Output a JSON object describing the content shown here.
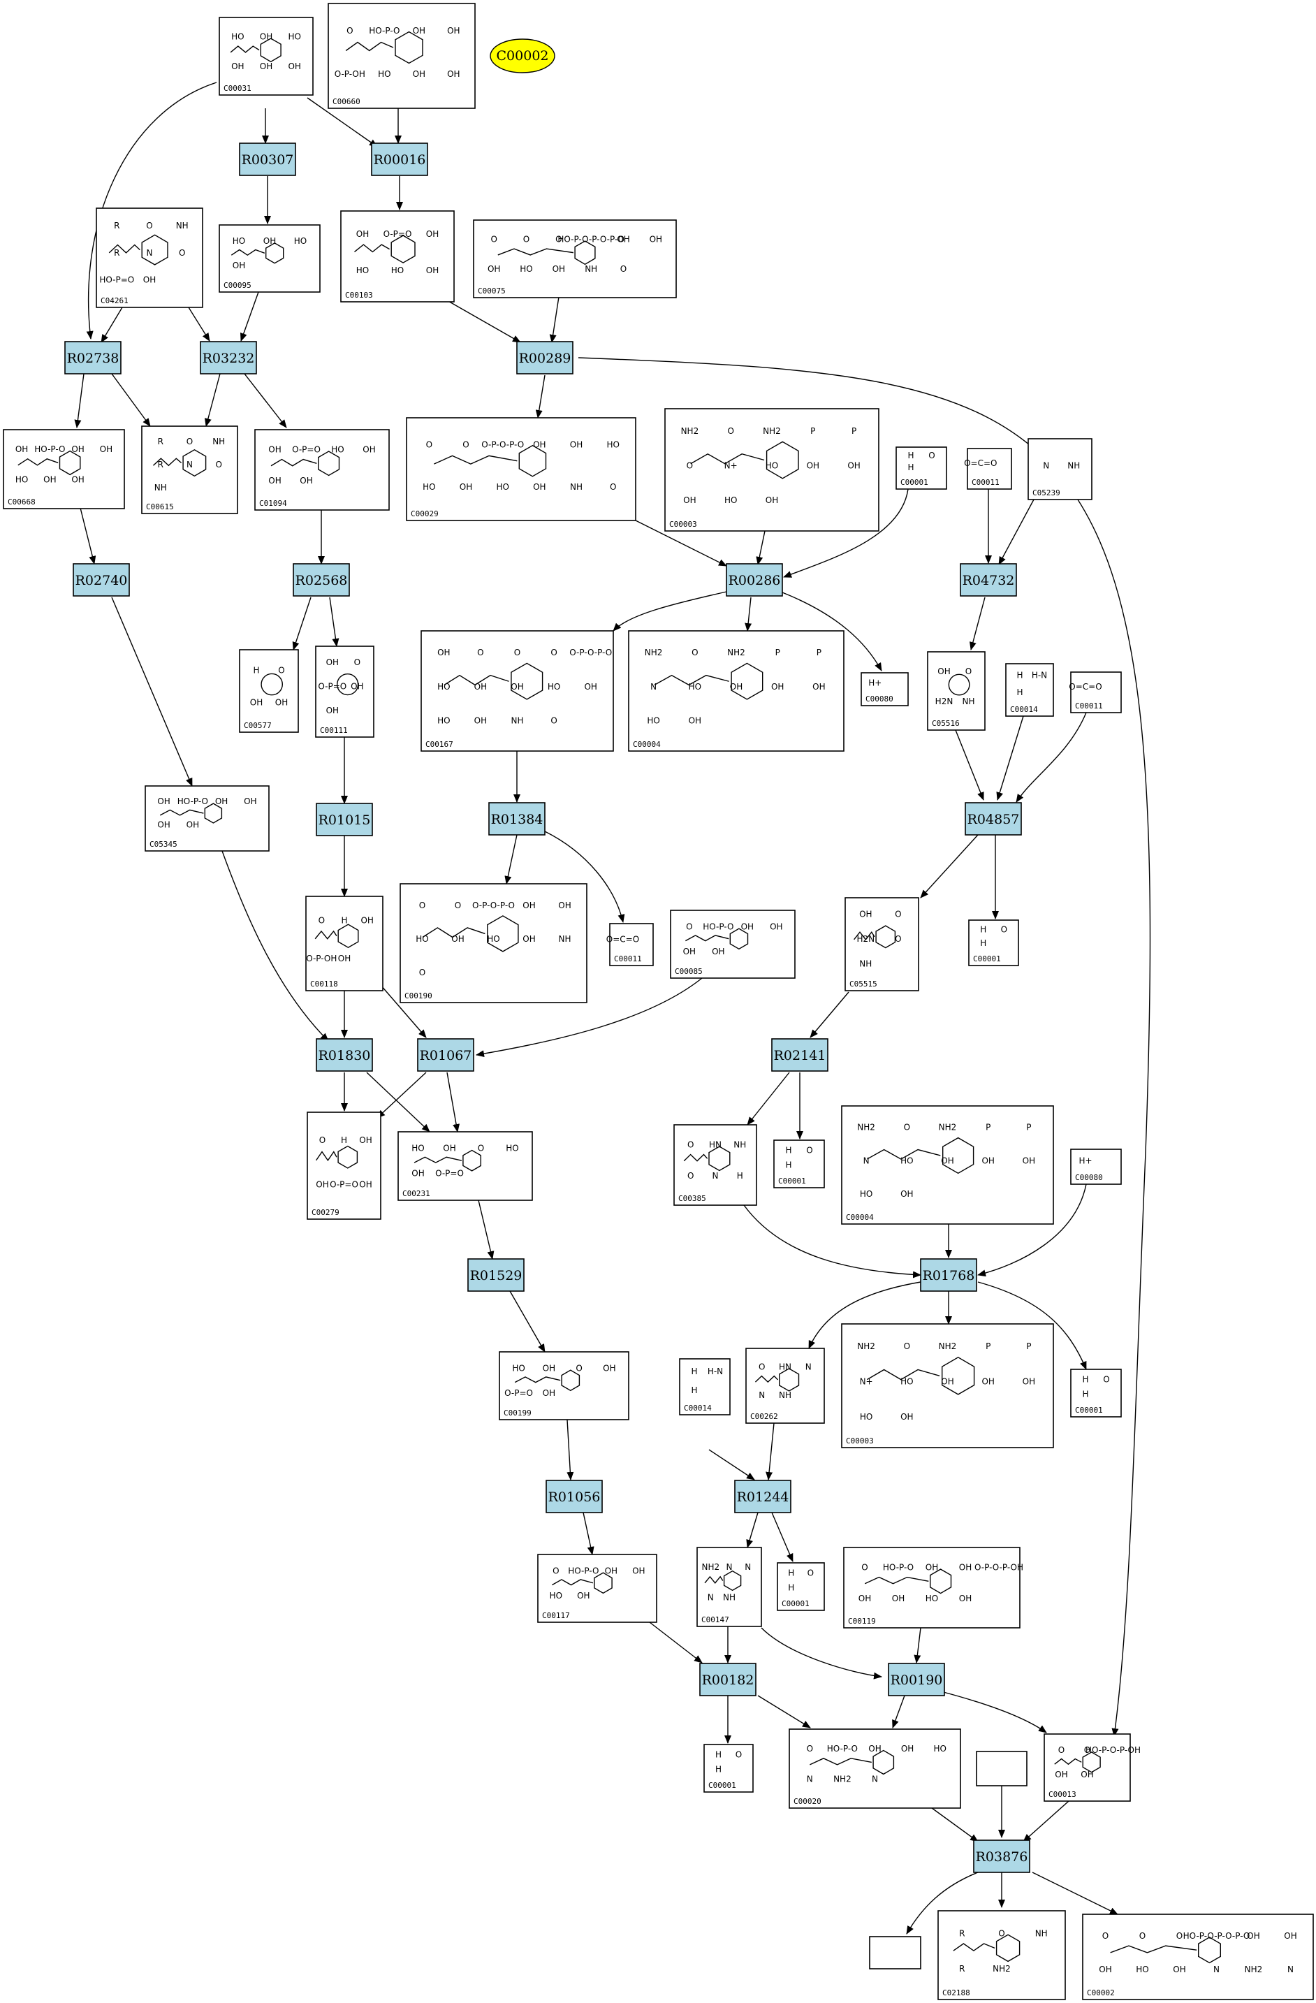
{
  "highlight": {
    "label": "C00002",
    "color": "#ffff00"
  },
  "reaction_color": "#add8e6",
  "reactions": [
    "R00307",
    "R00016",
    "R02738",
    "R03232",
    "R00289",
    "R02740",
    "R02568",
    "R00286",
    "R04732",
    "R01015",
    "R01384",
    "R04857",
    "R01830",
    "R01067",
    "R02141",
    "R01529",
    "R01768",
    "R01056",
    "R01244",
    "R00182",
    "R00190",
    "R03876"
  ],
  "compounds": {
    "C00031": {
      "id": "C00031",
      "labels": [
        "HO",
        "OH",
        "HO",
        "OH",
        "OH",
        "OH"
      ]
    },
    "C00660": {
      "id": "C00660",
      "labels": [
        "O",
        "HO-P-O",
        "OH",
        "OH",
        "O-P-OH",
        "HO",
        "OH",
        "OH"
      ]
    },
    "C04261": {
      "id": "C04261",
      "labels": [
        "R",
        "O",
        "NH",
        "R",
        "N",
        "O",
        "HO-P=O",
        "OH"
      ]
    },
    "C00095": {
      "id": "C00095",
      "labels": [
        "HO",
        "OH",
        "HO",
        "OH"
      ]
    },
    "C00103": {
      "id": "C00103",
      "labels": [
        "OH",
        "O-P=O",
        "OH",
        "HO",
        "HO",
        "OH"
      ]
    },
    "C00075": {
      "id": "C00075",
      "labels": [
        "O",
        "O",
        "O",
        "HO-P-O-P-O-P-O",
        "OH",
        "OH",
        "OH",
        "HO",
        "OH",
        "NH",
        "O"
      ]
    },
    "C00668": {
      "id": "C00668",
      "labels": [
        "OH",
        "HO-P-O",
        "OH",
        "OH",
        "HO",
        "OH",
        "OH"
      ]
    },
    "C00615": {
      "id": "C00615",
      "labels": [
        "R",
        "O",
        "NH",
        "R",
        "N",
        "O",
        "NH"
      ]
    },
    "C01094": {
      "id": "C01094",
      "labels": [
        "OH",
        "O-P=O",
        "HO",
        "OH",
        "OH",
        "OH"
      ]
    },
    "C00029": {
      "id": "C00029",
      "labels": [
        "O",
        "O",
        "O-P-O-P-O",
        "OH",
        "OH",
        "HO",
        "HO",
        "OH",
        "HO",
        "OH",
        "NH",
        "O"
      ]
    },
    "C00003": {
      "id": "C00003",
      "labels": [
        "NH2",
        "O",
        "NH2",
        "P",
        "P",
        "O",
        "N+",
        "HO",
        "OH",
        "OH",
        "OH",
        "HO",
        "OH"
      ]
    },
    "C00001a": {
      "id": "C00001",
      "labels": [
        "H",
        "O",
        "H"
      ]
    },
    "C00011a": {
      "id": "C00011",
      "labels": [
        "O=C=O"
      ]
    },
    "C05239": {
      "id": "C05239",
      "labels": [
        "N",
        "NH"
      ]
    },
    "C00167": {
      "id": "C00167",
      "labels": [
        "OH",
        "O",
        "O",
        "O",
        "O-P-O-P-O",
        "HO",
        "OH",
        "OH",
        "HO",
        "OH",
        "HO",
        "OH",
        "NH",
        "O"
      ]
    },
    "C00004a": {
      "id": "C00004",
      "labels": [
        "NH2",
        "O",
        "NH2",
        "P",
        "P",
        "N",
        "HO",
        "OH",
        "OH",
        "OH",
        "HO",
        "OH"
      ]
    },
    "C00080a": {
      "id": "C00080",
      "labels": [
        "H+"
      ]
    },
    "C05516": {
      "id": "C05516",
      "labels": [
        "OH",
        "O",
        "H2N",
        "NH"
      ]
    },
    "C00014a": {
      "id": "C00014",
      "labels": [
        "H",
        "H-N",
        "H"
      ]
    },
    "C00011b": {
      "id": "C00011",
      "labels": [
        "O=C=O"
      ]
    },
    "C00577": {
      "id": "C00577",
      "labels": [
        "H",
        "O",
        "OH",
        "OH"
      ]
    },
    "C00111": {
      "id": "C00111",
      "labels": [
        "OH",
        "O",
        "O-P=O",
        "OH",
        "OH"
      ]
    },
    "C05345": {
      "id": "C05345",
      "labels": [
        "OH",
        "HO-P-O",
        "OH",
        "OH",
        "OH",
        "OH"
      ]
    },
    "C00118": {
      "id": "C00118",
      "labels": [
        "O",
        "H",
        "OH",
        "O-P-OH",
        "OH"
      ]
    },
    "C00190": {
      "id": "C00190",
      "labels": [
        "O",
        "O",
        "O-P-O-P-O",
        "OH",
        "OH",
        "HO",
        "OH",
        "HO",
        "OH",
        "NH",
        "O"
      ]
    },
    "C00011c": {
      "id": "C00011",
      "labels": [
        "O=C=O"
      ]
    },
    "C00085": {
      "id": "C00085",
      "labels": [
        "O",
        "HO-P-O",
        "OH",
        "OH",
        "OH",
        "OH"
      ]
    },
    "C05515": {
      "id": "C05515",
      "labels": [
        "OH",
        "O",
        "H2N",
        "O",
        "NH"
      ]
    },
    "C00001b": {
      "id": "C00001",
      "labels": [
        "H",
        "O",
        "H"
      ]
    },
    "C00279": {
      "id": "C00279",
      "labels": [
        "O",
        "H",
        "OH",
        "OH",
        "O-P=O",
        "OH"
      ]
    },
    "C00231": {
      "id": "C00231",
      "labels": [
        "HO",
        "OH",
        "O",
        "HO",
        "OH",
        "O-P=O"
      ]
    },
    "C00385": {
      "id": "C00385",
      "labels": [
        "O",
        "HN",
        "NH",
        "O",
        "N",
        "H"
      ]
    },
    "C00001c": {
      "id": "C00001",
      "labels": [
        "H",
        "O",
        "H"
      ]
    },
    "C00004b": {
      "id": "C00004",
      "labels": [
        "NH2",
        "O",
        "NH2",
        "P",
        "P",
        "N",
        "HO",
        "OH",
        "OH",
        "OH",
        "HO",
        "OH"
      ]
    },
    "C00080b": {
      "id": "C00080",
      "labels": [
        "H+"
      ]
    },
    "C00199": {
      "id": "C00199",
      "labels": [
        "HO",
        "OH",
        "O",
        "OH",
        "O-P=O",
        "OH"
      ]
    },
    "C00014b": {
      "id": "C00014",
      "labels": [
        "H",
        "H-N",
        "H"
      ]
    },
    "C00262": {
      "id": "C00262",
      "labels": [
        "O",
        "HN",
        "N",
        "N",
        "NH"
      ]
    },
    "C00003b": {
      "id": "C00003",
      "labels": [
        "NH2",
        "O",
        "NH2",
        "P",
        "P",
        "N+",
        "HO",
        "OH",
        "OH",
        "OH",
        "HO",
        "OH"
      ]
    },
    "C00001d": {
      "id": "C00001",
      "labels": [
        "H",
        "O",
        "H"
      ]
    },
    "C00117": {
      "id": "C00117",
      "labels": [
        "O",
        "HO-P-O",
        "OH",
        "OH",
        "HO",
        "OH"
      ]
    },
    "C00147": {
      "id": "C00147",
      "labels": [
        "NH2",
        "N",
        "N",
        "N",
        "NH"
      ]
    },
    "C00001e": {
      "id": "C00001",
      "labels": [
        "H",
        "O",
        "H"
      ]
    },
    "C00119": {
      "id": "C00119",
      "labels": [
        "O",
        "HO-P-O",
        "OH",
        "OH",
        "O-P-O-P-OH",
        "OH",
        "OH",
        "HO",
        "OH"
      ]
    },
    "C00001f": {
      "id": "C00001",
      "labels": [
        "H",
        "O",
        "H"
      ]
    },
    "C00020": {
      "id": "C00020",
      "labels": [
        "O",
        "HO-P-O",
        "OH",
        "OH",
        "HO",
        "N",
        "NH2",
        "N"
      ]
    },
    "C00013": {
      "id": "C00013",
      "labels": [
        "O",
        "O",
        "HO-P-O-P-OH",
        "OH",
        "OH"
      ]
    },
    "C02188": {
      "id": "C02188",
      "labels": [
        "R",
        "O",
        "NH",
        "R",
        "NH2"
      ]
    },
    "C00002": {
      "id": "C00002",
      "labels": [
        "O",
        "O",
        "O",
        "HO-P-O-P-O-P-O",
        "OH",
        "OH",
        "OH",
        "HO",
        "OH",
        "N",
        "NH2",
        "N"
      ]
    }
  }
}
